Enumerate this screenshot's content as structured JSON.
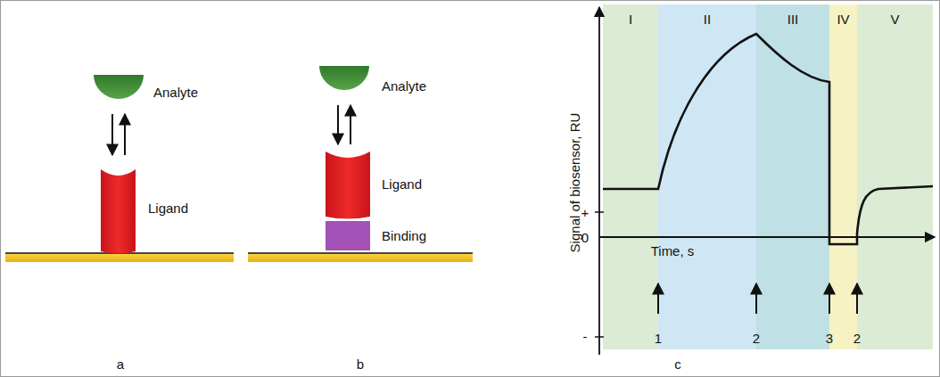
{
  "diagram": {
    "nodes": [
      {
        "text": [
          "I"
        ]
      },
      {
        "text": [
          "II"
        ]
      },
      {
        "text": [
          "III"
        ]
      },
      {
        "text": [
          "IV"
        ]
      },
      {
        "text": [
          "V"
        ]
      }
    ],
    "labels": [
      "Analyte",
      "Ligand",
      "a",
      "Analyte",
      "Ligand",
      "Binding",
      "b",
      "Signal of biosensor, RU",
      "Time, s",
      "+",
      "0",
      "-",
      "1",
      "2",
      "3",
      "2",
      "c"
    ]
  }
}
